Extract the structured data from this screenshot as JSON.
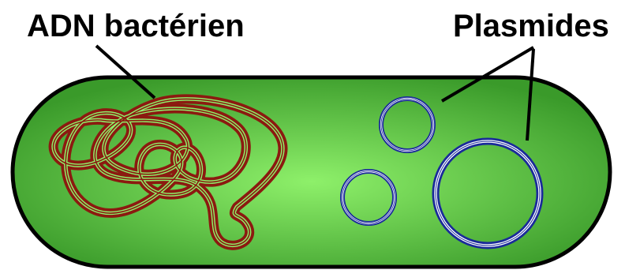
{
  "labels": {
    "dna": "ADN bactérien",
    "plasmids": "Plasmides"
  },
  "colors": {
    "cell_center": "#8ef06a",
    "cell_edge": "#3a9a2a",
    "cell_outline": "#000000",
    "dna": "#8b1a10",
    "plasmid": "#1a2a9a",
    "leader": "#000000",
    "background": "#ffffff"
  },
  "parts": {
    "cell": "bacterial-cell",
    "dna": "chromosome-dna",
    "plasmids": [
      "plasmid-small-top",
      "plasmid-small-bottom",
      "plasmid-large"
    ]
  }
}
